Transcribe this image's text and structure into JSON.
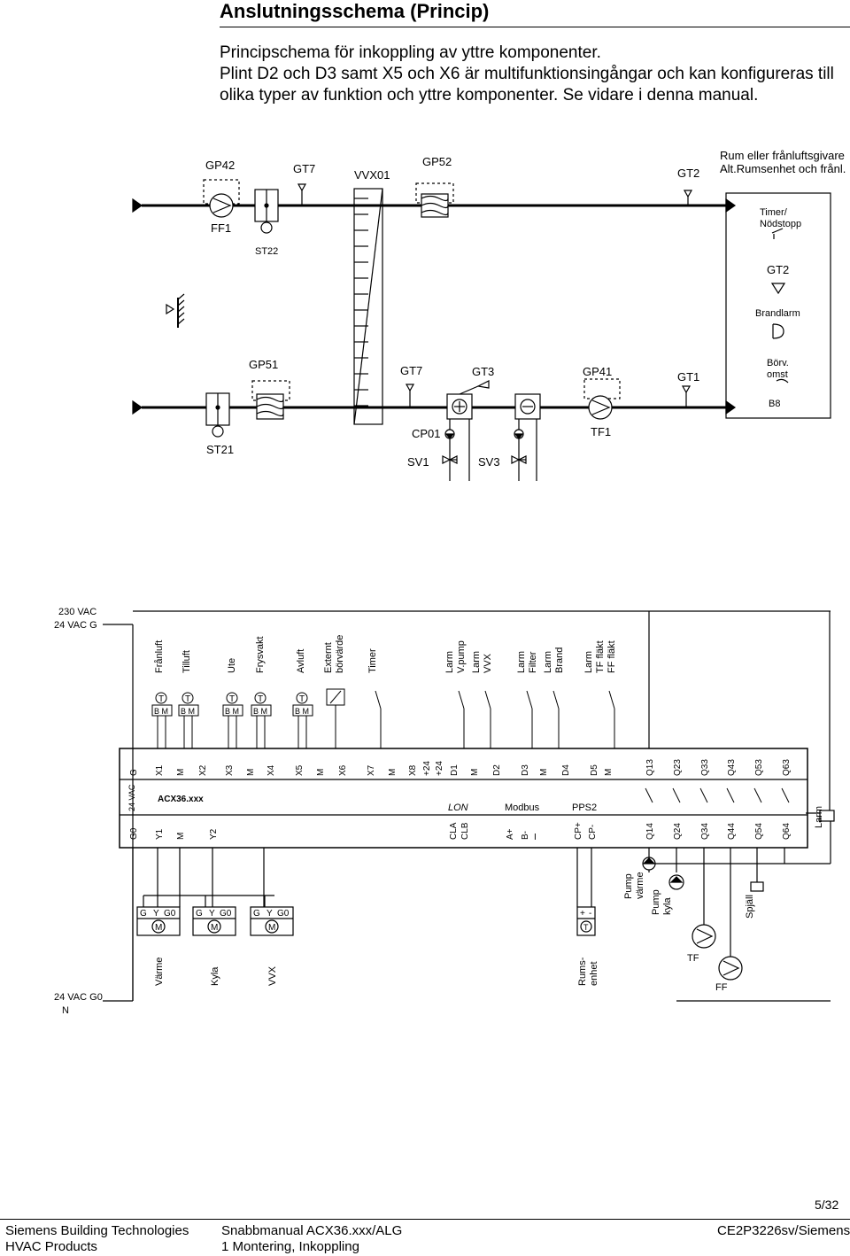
{
  "header": {
    "title": "Anslutningsschema (Princip)",
    "intro_1": "Principschema för inkoppling av yttre komponenter.",
    "intro_2": "Plint D2 och D3 samt X5 och X6 är multifunktionsingångar och kan konfigureras till olika typer av funktion och yttre komponenter. Se vidare i denna manual."
  },
  "flow": {
    "gp42": "GP42",
    "ff1": "FF1",
    "st22": "ST22",
    "gt7_top": "GT7",
    "vvx01": "VVX01",
    "gp52": "GP52",
    "gt2_top": "GT2",
    "room_1": "Rum eller frånluftsgivare",
    "room_2": "Alt.Rumsenhet och frånl.",
    "timer_1": "Timer/",
    "timer_2": "Nödstopp",
    "gt2_side": "GT2",
    "brandlarm": "Brandlarm",
    "gp51": "GP51",
    "st21": "ST21",
    "gt7_bottom": "GT7",
    "gt3": "GT3",
    "gp41": "GP41",
    "gt1": "GT1",
    "cp01": "CP01",
    "sv1": "SV1",
    "sv3": "SV3",
    "tf1": "TF1",
    "borv_1": "Börv.",
    "borv_2": "omst",
    "b8": "B8"
  },
  "wiring": {
    "supply_230": "230 VAC",
    "supply_24g": "24 VAC G",
    "supply_24g0": "24 VAC G0",
    "supply_n": "N",
    "input_labels": [
      [
        "Frånluft"
      ],
      [
        "Tilluft"
      ],
      [
        "Ute"
      ],
      [
        "Frysvakt"
      ],
      [
        "Avluft"
      ],
      [
        "Externt",
        "börvärde"
      ],
      [
        "Timer"
      ],
      [
        "Larm",
        "V.pump"
      ],
      [
        "Larm",
        "VVX"
      ],
      [
        "Larm",
        "Filter"
      ],
      [
        "Larm",
        "Brand"
      ],
      [
        "Larm",
        "TF fläkt",
        "FF fläkt"
      ]
    ],
    "sensor_t": "T",
    "sensor_bm": "B M",
    "top_terminals": [
      "G",
      "X1",
      "M",
      "X2",
      "X3",
      "M",
      "X4",
      "X5",
      "M",
      "X6",
      "X7",
      "M",
      "X8",
      "+24",
      "+24",
      "D1",
      "M",
      "D2",
      "D3",
      "M",
      "D4",
      "D5",
      "M",
      "Q13",
      "Q23",
      "Q33",
      "Q43",
      "Q53",
      "Q63"
    ],
    "bottom_terminals": [
      "G0",
      "Y1",
      "M",
      "Y2",
      "CLA",
      "CLB",
      "A+",
      "B-",
      "CP+",
      "CP-",
      "Q14",
      "Q24",
      "Q34",
      "Q44",
      "Q54",
      "Q64"
    ],
    "controller_name": "ACX36.xxx",
    "controller_24vac": "24 VAC",
    "bus_lon": "LON",
    "bus_modbus": "Modbus",
    "bus_pps2": "PPS2",
    "bus_dash": "I",
    "larm_relay": "Larm",
    "actuator_g": "G",
    "actuator_y": "Y",
    "actuator_g0": "G0",
    "actuator_m": "M",
    "actuator_labels": [
      "Värme",
      "Kyla",
      "VVX"
    ],
    "room_unit_plus": "+",
    "room_unit_minus": "-",
    "room_unit_t": "T",
    "room_unit_1": "Rums-",
    "room_unit_2": "enhet",
    "pump_heat_1": "Pump",
    "pump_heat_2": "värme",
    "pump_cool_1": "Pump",
    "pump_cool_2": "kyla",
    "damper": "Spjäll",
    "tf": "TF",
    "ff": "FF"
  },
  "footer": {
    "page": "5/32",
    "left_1": "Siemens Building Technologies",
    "left_2": "HVAC Products",
    "mid_1": "Snabbmanual ACX36.xxx/ALG",
    "mid_2": "1 Montering, Inkoppling",
    "right_1": "CE2P3226sv/Siemens"
  }
}
